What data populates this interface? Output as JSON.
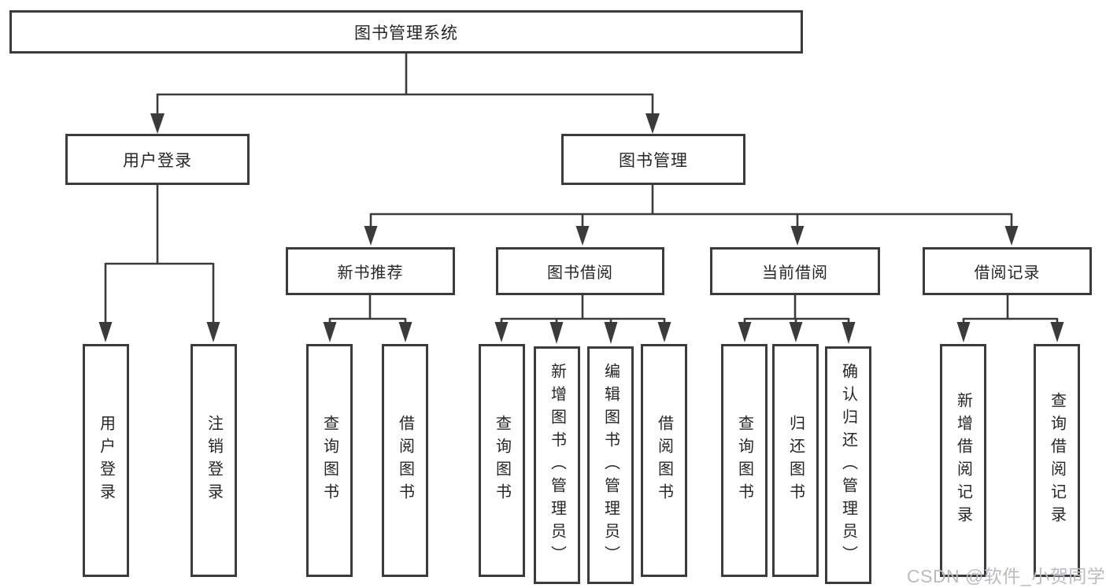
{
  "nodes": {
    "root": "图书管理系统",
    "l1": [
      "用户登录",
      "图书管理"
    ],
    "l2": [
      "新书推荐",
      "图书借阅",
      "当前借阅",
      "借阅记录"
    ],
    "leaves_user_login": [
      "用户登录",
      "注销登录"
    ],
    "leaves_new_book": [
      "查询图书",
      "借阅图书"
    ],
    "leaves_book_borrow": [
      "查询图书",
      "新增图书（管理员）",
      "编辑图书（管理员）",
      "借阅图书"
    ],
    "leaves_current_borrow": [
      "查询图书",
      "归还图书",
      "确认归还（管理员）"
    ],
    "leaves_borrow_record": [
      "新增借阅记录",
      "查询借阅记录"
    ]
  },
  "watermark": "CSDN @软件_小贺同学",
  "colors": {
    "line": "#3b3b3b",
    "box_border": "#3b3b3b",
    "box_fill": "#ffffff",
    "text": "#262626",
    "watermark": "#bcbcc0",
    "background": "#ffffff"
  }
}
